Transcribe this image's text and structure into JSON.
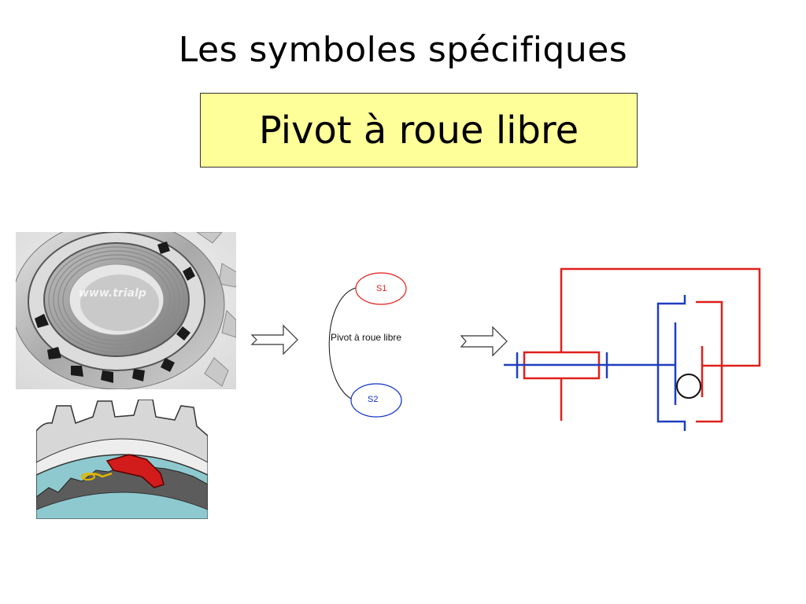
{
  "slide": {
    "title": "Les symboles spécifiques",
    "highlight": "Pivot à roue libre"
  },
  "photo": {
    "watermark": "www.trialp"
  },
  "graph": {
    "node_top": "S1",
    "node_bottom": "S2",
    "link_label": "Pivot à roue libre",
    "node_top_color": "#e0201c",
    "node_bottom_color": "#1030c8"
  },
  "symbol": {
    "red": "#e0201c",
    "blue": "#1f3fc0"
  }
}
